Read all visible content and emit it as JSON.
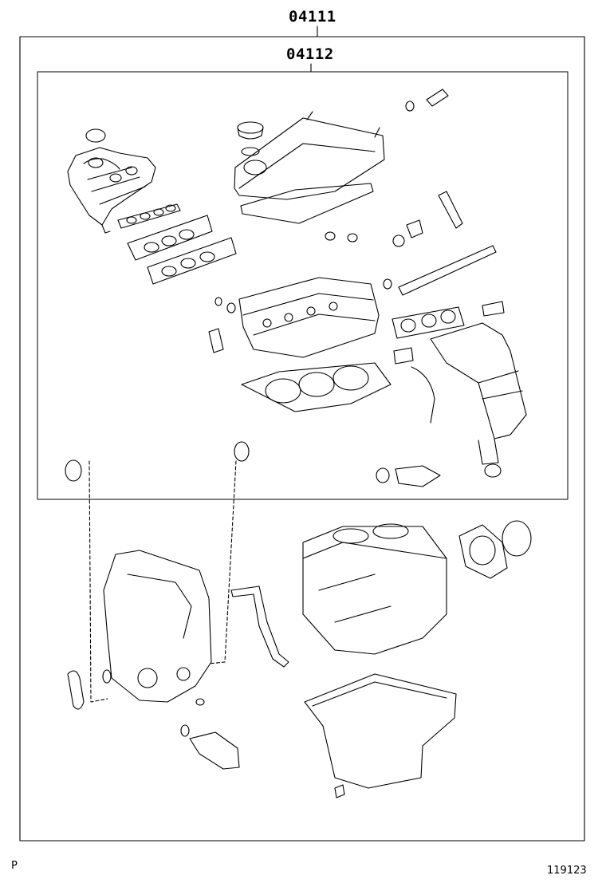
{
  "labels": {
    "outer_kit": "04111",
    "inner_kit": "04112"
  },
  "footer": {
    "left": "P",
    "right": "119123"
  },
  "colors": {
    "line": "#000000",
    "background": "#ffffff"
  }
}
